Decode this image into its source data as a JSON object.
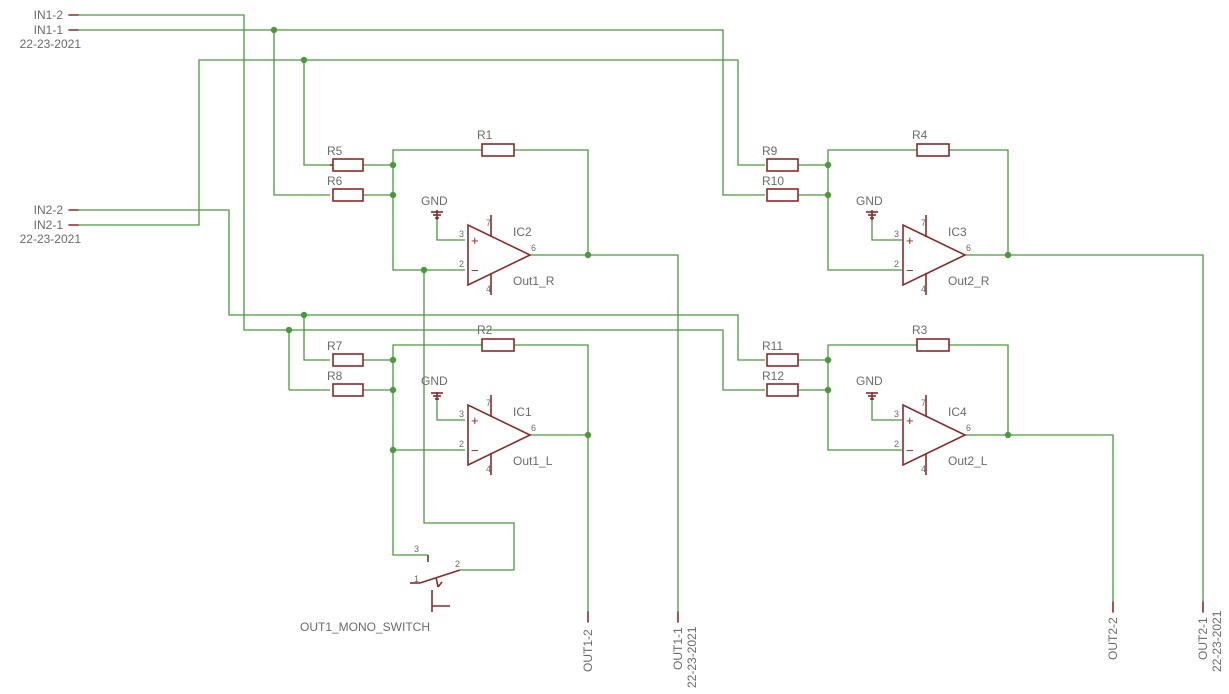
{
  "connectors": {
    "in1_2": "IN1-2",
    "in1_1": "IN1-1",
    "in1_date": "22-23-2021",
    "in2_2": "IN2-2",
    "in2_1": "IN2-1",
    "in2_date": "22-23-2021",
    "out1_2": "OUT1-2",
    "out1_1": "OUT1-1",
    "out1_date": "22-23-2021",
    "out2_2": "OUT2-2",
    "out2_1": "OUT2-1",
    "out2_date": "22-23-2021"
  },
  "resistors": {
    "r1": "R1",
    "r2": "R2",
    "r3": "R3",
    "r4": "R4",
    "r5": "R5",
    "r6": "R6",
    "r7": "R7",
    "r8": "R8",
    "r9": "R9",
    "r10": "R10",
    "r11": "R11",
    "r12": "R12"
  },
  "opamps": {
    "ic1": {
      "name": "IC1",
      "value": "Out1_L"
    },
    "ic2": {
      "name": "IC2",
      "value": "Out1_R"
    },
    "ic3": {
      "name": "IC3",
      "value": "Out2_R"
    },
    "ic4": {
      "name": "IC4",
      "value": "Out2_L"
    }
  },
  "pins": {
    "p2": "2",
    "p3": "3",
    "p4": "4",
    "p6": "6",
    "p7": "7",
    "plus": "+",
    "minus": "−"
  },
  "switch": {
    "name": "OUT1_MONO_SWITCH",
    "pin1": "1",
    "pin2": "2",
    "pin3": "3"
  },
  "gnd": "GND",
  "colors": {
    "wire": "#4a9b3c",
    "part": "#8a2a2a",
    "text": "#6b6b6b"
  }
}
